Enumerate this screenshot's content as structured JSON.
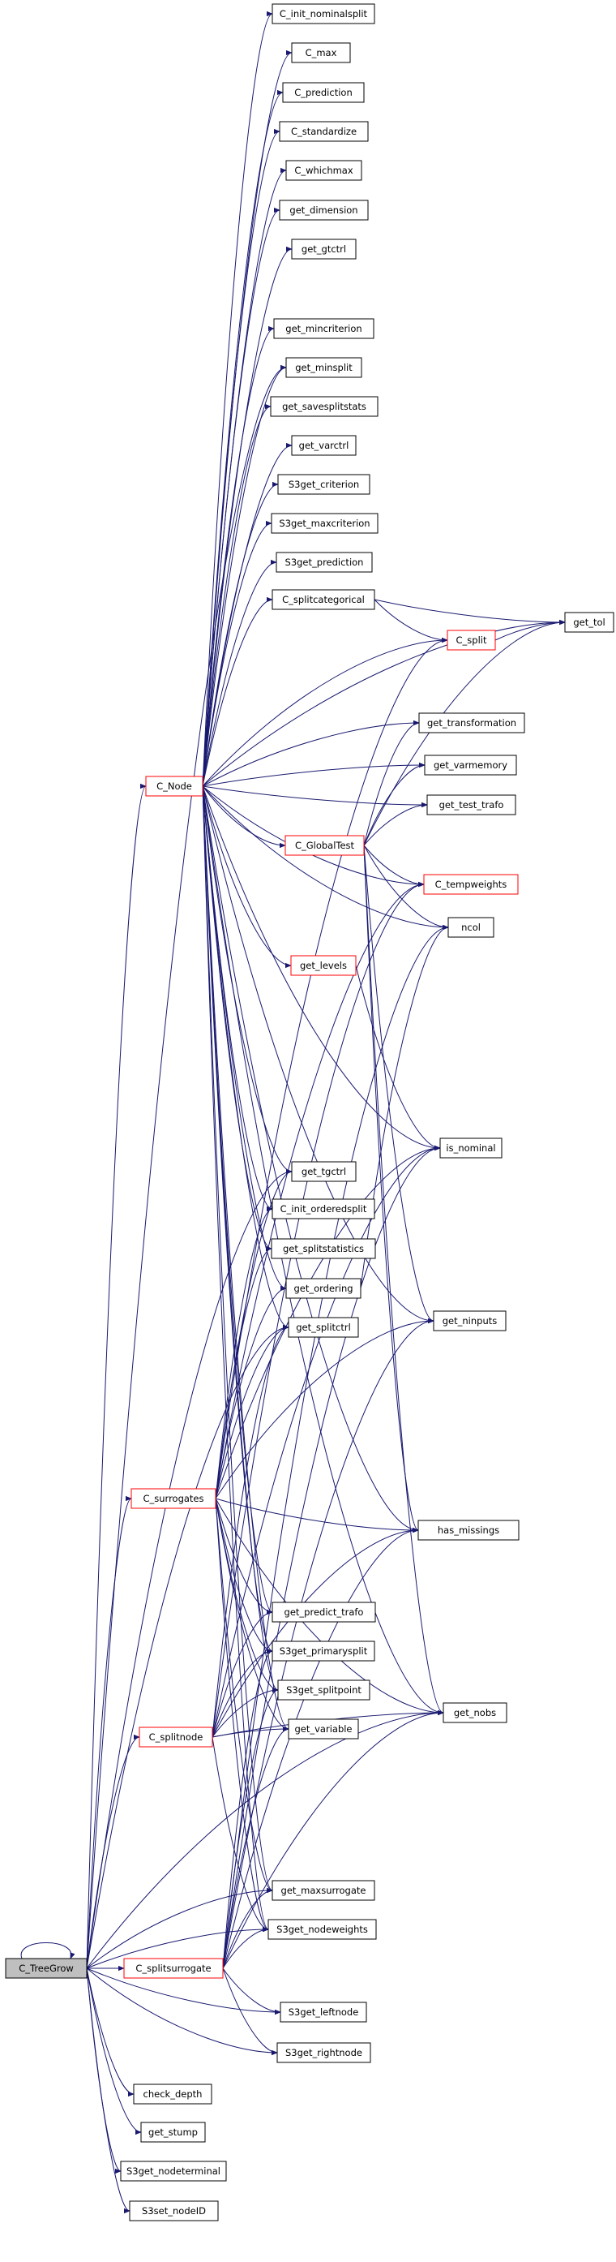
{
  "graph": {
    "type": "call-graph",
    "edge_color": "#191970",
    "highlight_border_color": "#ff0000",
    "root_fill_color": "#bfbfbf",
    "nodes": [
      {
        "id": "C_init_nominalsplit",
        "label": "C_init_nominalsplit",
        "style": "normal"
      },
      {
        "id": "C_max",
        "label": "C_max",
        "style": "normal"
      },
      {
        "id": "C_prediction",
        "label": "C_prediction",
        "style": "normal"
      },
      {
        "id": "C_standardize",
        "label": "C_standardize",
        "style": "normal"
      },
      {
        "id": "C_whichmax",
        "label": "C_whichmax",
        "style": "normal"
      },
      {
        "id": "get_dimension",
        "label": "get_dimension",
        "style": "normal"
      },
      {
        "id": "get_gtctrl",
        "label": "get_gtctrl",
        "style": "normal"
      },
      {
        "id": "get_mincriterion",
        "label": "get_mincriterion",
        "style": "normal"
      },
      {
        "id": "get_minsplit",
        "label": "get_minsplit",
        "style": "normal"
      },
      {
        "id": "get_savesplitstats",
        "label": "get_savesplitstats",
        "style": "normal"
      },
      {
        "id": "get_varctrl",
        "label": "get_varctrl",
        "style": "normal"
      },
      {
        "id": "S3get_criterion",
        "label": "S3get_criterion",
        "style": "normal"
      },
      {
        "id": "S3get_maxcriterion",
        "label": "S3get_maxcriterion",
        "style": "normal"
      },
      {
        "id": "S3get_prediction",
        "label": "S3get_prediction",
        "style": "normal"
      },
      {
        "id": "C_splitcategorical",
        "label": "C_splitcategorical",
        "style": "normal"
      },
      {
        "id": "get_tol",
        "label": "get_tol",
        "style": "normal"
      },
      {
        "id": "C_split",
        "label": "C_split",
        "style": "red"
      },
      {
        "id": "get_transformation",
        "label": "get_transformation",
        "style": "normal"
      },
      {
        "id": "C_Node",
        "label": "C_Node",
        "style": "red"
      },
      {
        "id": "get_varmemory",
        "label": "get_varmemory",
        "style": "normal"
      },
      {
        "id": "get_test_trafo",
        "label": "get_test_trafo",
        "style": "normal"
      },
      {
        "id": "C_GlobalTest",
        "label": "C_GlobalTest",
        "style": "red"
      },
      {
        "id": "C_tempweights",
        "label": "C_tempweights",
        "style": "red"
      },
      {
        "id": "ncol",
        "label": "ncol",
        "style": "normal"
      },
      {
        "id": "get_levels",
        "label": "get_levels",
        "style": "red"
      },
      {
        "id": "is_nominal",
        "label": "is_nominal",
        "style": "normal"
      },
      {
        "id": "get_tgctrl",
        "label": "get_tgctrl",
        "style": "normal"
      },
      {
        "id": "C_init_orderedsplit",
        "label": "C_init_orderedsplit",
        "style": "normal"
      },
      {
        "id": "get_splitstatistics",
        "label": "get_splitstatistics",
        "style": "normal"
      },
      {
        "id": "get_ordering",
        "label": "get_ordering",
        "style": "normal"
      },
      {
        "id": "get_splitctrl",
        "label": "get_splitctrl",
        "style": "normal"
      },
      {
        "id": "get_ninputs",
        "label": "get_ninputs",
        "style": "normal"
      },
      {
        "id": "C_surrogates",
        "label": "C_surrogates",
        "style": "red"
      },
      {
        "id": "has_missings",
        "label": "has_missings",
        "style": "normal"
      },
      {
        "id": "get_predict_trafo",
        "label": "get_predict_trafo",
        "style": "normal"
      },
      {
        "id": "S3get_primarysplit",
        "label": "S3get_primarysplit",
        "style": "normal"
      },
      {
        "id": "S3get_splitpoint",
        "label": "S3get_splitpoint",
        "style": "normal"
      },
      {
        "id": "C_splitnode",
        "label": "C_splitnode",
        "style": "red"
      },
      {
        "id": "get_variable",
        "label": "get_variable",
        "style": "normal"
      },
      {
        "id": "get_nobs",
        "label": "get_nobs",
        "style": "normal"
      },
      {
        "id": "get_maxsurrogate",
        "label": "get_maxsurrogate",
        "style": "normal"
      },
      {
        "id": "S3get_nodeweights",
        "label": "S3get_nodeweights",
        "style": "normal"
      },
      {
        "id": "C_TreeGrow",
        "label": "C_TreeGrow",
        "style": "root"
      },
      {
        "id": "C_splitsurrogate",
        "label": "C_splitsurrogate",
        "style": "red"
      },
      {
        "id": "S3get_leftnode",
        "label": "S3get_leftnode",
        "style": "normal"
      },
      {
        "id": "S3get_rightnode",
        "label": "S3get_rightnode",
        "style": "normal"
      },
      {
        "id": "check_depth",
        "label": "check_depth",
        "style": "normal"
      },
      {
        "id": "get_stump",
        "label": "get_stump",
        "style": "normal"
      },
      {
        "id": "S3get_nodeterminal",
        "label": "S3get_nodeterminal",
        "style": "normal"
      },
      {
        "id": "S3set_nodeID",
        "label": "S3set_nodeID",
        "style": "normal"
      }
    ],
    "edges": [
      [
        "C_Node",
        "C_init_nominalsplit"
      ],
      [
        "C_Node",
        "C_max"
      ],
      [
        "C_Node",
        "C_prediction"
      ],
      [
        "C_Node",
        "C_standardize"
      ],
      [
        "C_Node",
        "C_whichmax"
      ],
      [
        "C_Node",
        "get_dimension"
      ],
      [
        "C_Node",
        "get_gtctrl"
      ],
      [
        "C_Node",
        "get_mincriterion"
      ],
      [
        "C_Node",
        "get_minsplit"
      ],
      [
        "C_Node",
        "get_savesplitstats"
      ],
      [
        "C_Node",
        "get_varctrl"
      ],
      [
        "C_Node",
        "S3get_criterion"
      ],
      [
        "C_Node",
        "S3get_maxcriterion"
      ],
      [
        "C_Node",
        "S3get_prediction"
      ],
      [
        "C_Node",
        "C_splitcategorical"
      ],
      [
        "C_Node",
        "C_split"
      ],
      [
        "C_Node",
        "get_tol"
      ],
      [
        "C_Node",
        "get_transformation"
      ],
      [
        "C_Node",
        "get_varmemory"
      ],
      [
        "C_Node",
        "get_test_trafo"
      ],
      [
        "C_Node",
        "C_GlobalTest"
      ],
      [
        "C_Node",
        "C_tempweights"
      ],
      [
        "C_Node",
        "ncol"
      ],
      [
        "C_Node",
        "get_levels"
      ],
      [
        "C_Node",
        "is_nominal"
      ],
      [
        "C_Node",
        "get_tgctrl"
      ],
      [
        "C_Node",
        "C_init_orderedsplit"
      ],
      [
        "C_Node",
        "get_splitstatistics"
      ],
      [
        "C_Node",
        "get_ordering"
      ],
      [
        "C_Node",
        "get_splitctrl"
      ],
      [
        "C_Node",
        "get_ninputs"
      ],
      [
        "C_Node",
        "has_missings"
      ],
      [
        "C_Node",
        "get_predict_trafo"
      ],
      [
        "C_Node",
        "S3get_primarysplit"
      ],
      [
        "C_Node",
        "S3get_splitpoint"
      ],
      [
        "C_Node",
        "get_variable"
      ],
      [
        "C_Node",
        "get_nobs"
      ],
      [
        "C_Node",
        "get_maxsurrogate"
      ],
      [
        "C_Node",
        "S3get_nodeweights"
      ],
      [
        "C_splitcategorical",
        "C_split"
      ],
      [
        "C_splitcategorical",
        "get_tol"
      ],
      [
        "C_split",
        "get_tol"
      ],
      [
        "C_GlobalTest",
        "get_transformation"
      ],
      [
        "C_GlobalTest",
        "get_varmemory"
      ],
      [
        "C_GlobalTest",
        "get_test_trafo"
      ],
      [
        "C_GlobalTest",
        "C_tempweights"
      ],
      [
        "C_GlobalTest",
        "ncol"
      ],
      [
        "C_GlobalTest",
        "get_tol"
      ],
      [
        "C_GlobalTest",
        "has_missings"
      ],
      [
        "C_GlobalTest",
        "get_ninputs"
      ],
      [
        "C_GlobalTest",
        "get_nobs"
      ],
      [
        "get_levels",
        "is_nominal"
      ],
      [
        "get_ordering",
        "ncol"
      ],
      [
        "C_surrogates",
        "get_tgctrl"
      ],
      [
        "C_surrogates",
        "C_init_orderedsplit"
      ],
      [
        "C_surrogates",
        "get_splitstatistics"
      ],
      [
        "C_surrogates",
        "get_ordering"
      ],
      [
        "C_surrogates",
        "get_splitctrl"
      ],
      [
        "C_surrogates",
        "get_ninputs"
      ],
      [
        "C_surrogates",
        "has_missings"
      ],
      [
        "C_surrogates",
        "S3get_primarysplit"
      ],
      [
        "C_surrogates",
        "S3get_splitpoint"
      ],
      [
        "C_surrogates",
        "get_variable"
      ],
      [
        "C_surrogates",
        "get_nobs"
      ],
      [
        "C_surrogates",
        "get_maxsurrogate"
      ],
      [
        "C_surrogates",
        "S3get_nodeweights"
      ],
      [
        "C_surrogates",
        "C_split"
      ],
      [
        "C_surrogates",
        "is_nominal"
      ],
      [
        "C_surrogates",
        "C_tempweights"
      ],
      [
        "C_surrogates",
        "get_predict_trafo"
      ],
      [
        "C_splitnode",
        "get_predict_trafo"
      ],
      [
        "C_splitnode",
        "S3get_primarysplit"
      ],
      [
        "C_splitnode",
        "S3get_splitpoint"
      ],
      [
        "C_splitnode",
        "get_variable"
      ],
      [
        "C_splitnode",
        "get_nobs"
      ],
      [
        "C_splitnode",
        "is_nominal"
      ],
      [
        "C_splitnode",
        "has_missings"
      ],
      [
        "C_splitnode",
        "S3get_nodeweights"
      ],
      [
        "C_splitnode",
        "get_splitctrl"
      ],
      [
        "C_splitnode",
        "C_tempweights"
      ],
      [
        "C_splitsurrogate",
        "S3get_primarysplit"
      ],
      [
        "C_splitsurrogate",
        "S3get_splitpoint"
      ],
      [
        "C_splitsurrogate",
        "get_variable"
      ],
      [
        "C_splitsurrogate",
        "get_nobs"
      ],
      [
        "C_splitsurrogate",
        "S3get_nodeweights"
      ],
      [
        "C_splitsurrogate",
        "S3get_leftnode"
      ],
      [
        "C_splitsurrogate",
        "S3get_rightnode"
      ],
      [
        "C_splitsurrogate",
        "is_nominal"
      ],
      [
        "C_splitsurrogate",
        "has_missings"
      ],
      [
        "C_splitsurrogate",
        "get_maxsurrogate"
      ],
      [
        "C_splitsurrogate",
        "ncol"
      ],
      [
        "C_splitsurrogate",
        "get_ninputs"
      ],
      [
        "C_TreeGrow",
        "C_TreeGrow"
      ],
      [
        "C_TreeGrow",
        "C_Node"
      ],
      [
        "C_TreeGrow",
        "C_surrogates"
      ],
      [
        "C_TreeGrow",
        "C_splitnode"
      ],
      [
        "C_TreeGrow",
        "C_splitsurrogate"
      ],
      [
        "C_TreeGrow",
        "get_maxsurrogate"
      ],
      [
        "C_TreeGrow",
        "S3get_nodeweights"
      ],
      [
        "C_TreeGrow",
        "S3get_leftnode"
      ],
      [
        "C_TreeGrow",
        "S3get_rightnode"
      ],
      [
        "C_TreeGrow",
        "check_depth"
      ],
      [
        "C_TreeGrow",
        "get_stump"
      ],
      [
        "C_TreeGrow",
        "S3get_nodeterminal"
      ],
      [
        "C_TreeGrow",
        "S3set_nodeID"
      ],
      [
        "C_TreeGrow",
        "get_nobs"
      ],
      [
        "C_TreeGrow",
        "get_tgctrl"
      ],
      [
        "C_TreeGrow",
        "get_splitctrl"
      ],
      [
        "C_TreeGrow",
        "get_minsplit"
      ]
    ]
  }
}
